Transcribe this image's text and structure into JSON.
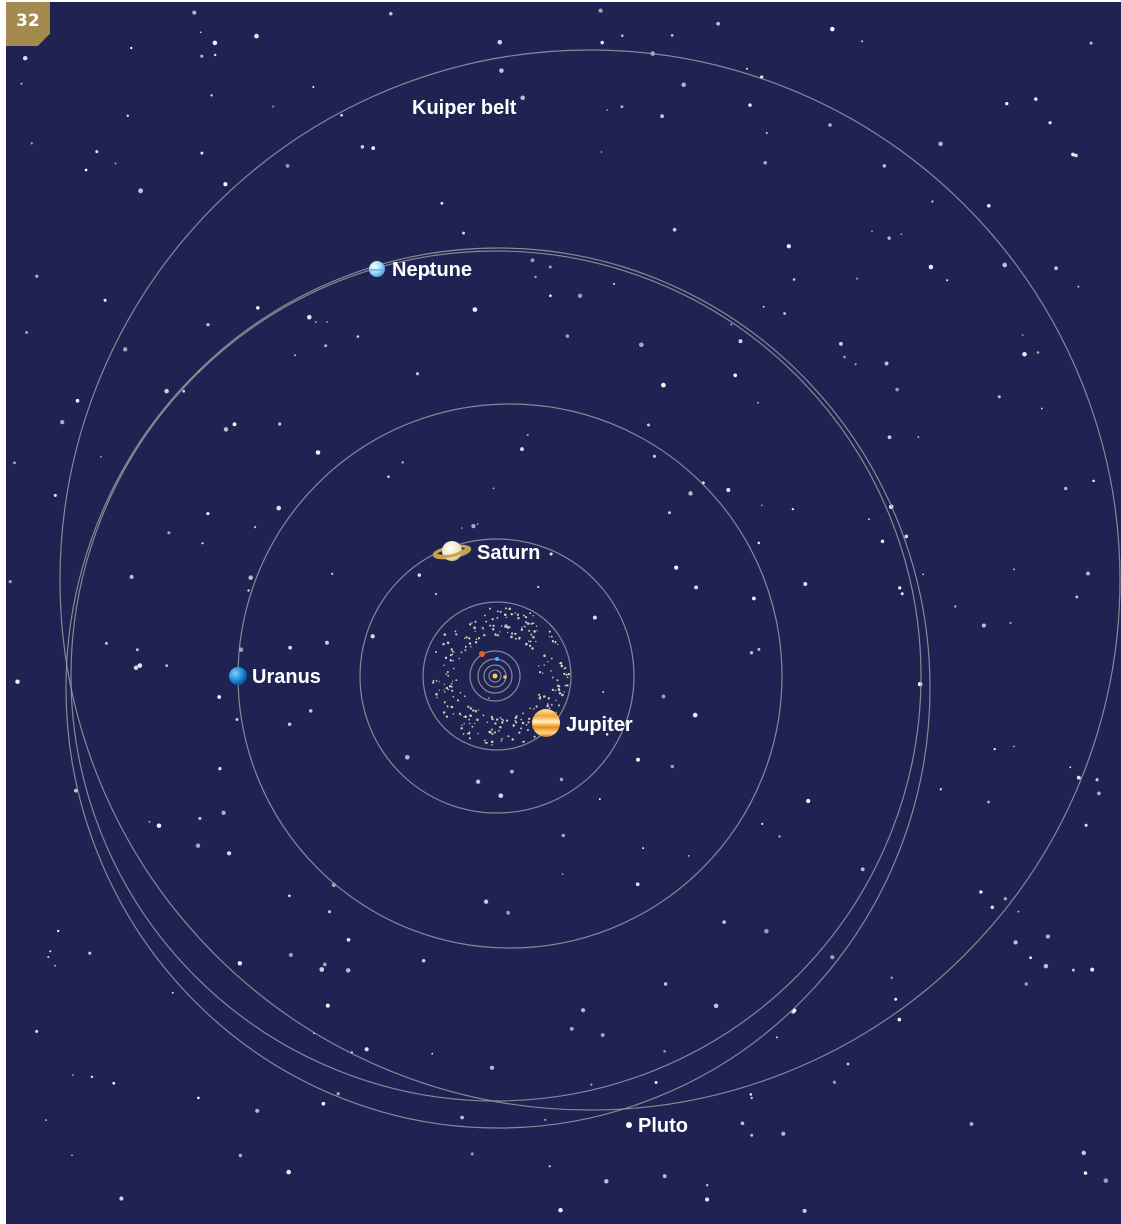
{
  "page_number": "32",
  "labels": {
    "kuiper": "Kuiper belt",
    "neptune": "Neptune",
    "saturn": "Saturn",
    "uranus": "Uranus",
    "jupiter": "Jupiter",
    "pluto": "Pluto"
  },
  "colors": {
    "background": "#1f2352",
    "badge": "#a58a4f",
    "orbit": "#9a9aa0",
    "uranus": "#2d8fd0",
    "neptune": "#8ec9ee",
    "jupiter": "#f0b23c",
    "saturn": "#f4eccf"
  }
}
